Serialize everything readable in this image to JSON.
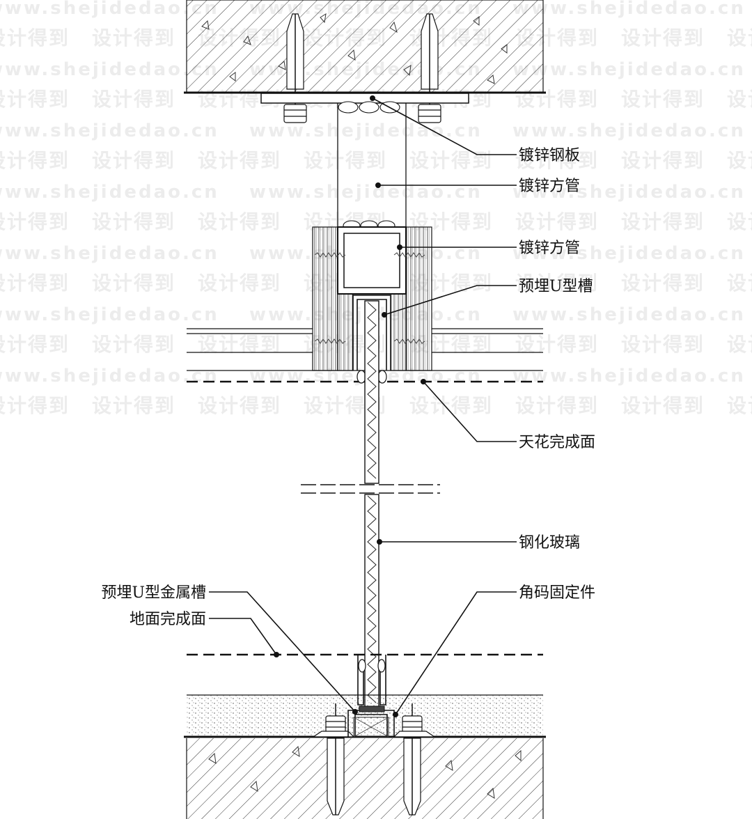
{
  "watermark": {
    "url": "www.shejidedao.cn",
    "cn": "设计得到"
  },
  "labels": {
    "galv_plate": "镀锌钢板",
    "galv_tube_upper": "镀锌方管",
    "galv_tube_box": "镀锌方管",
    "u_channel_top": "预埋U型槽",
    "ceiling_finish": "天花完成面",
    "tempered_glass": "钢化玻璃",
    "u_metal_channel": "预埋U型金属槽",
    "floor_finish": "地面完成面",
    "angle_fixing": "角码固定件"
  }
}
